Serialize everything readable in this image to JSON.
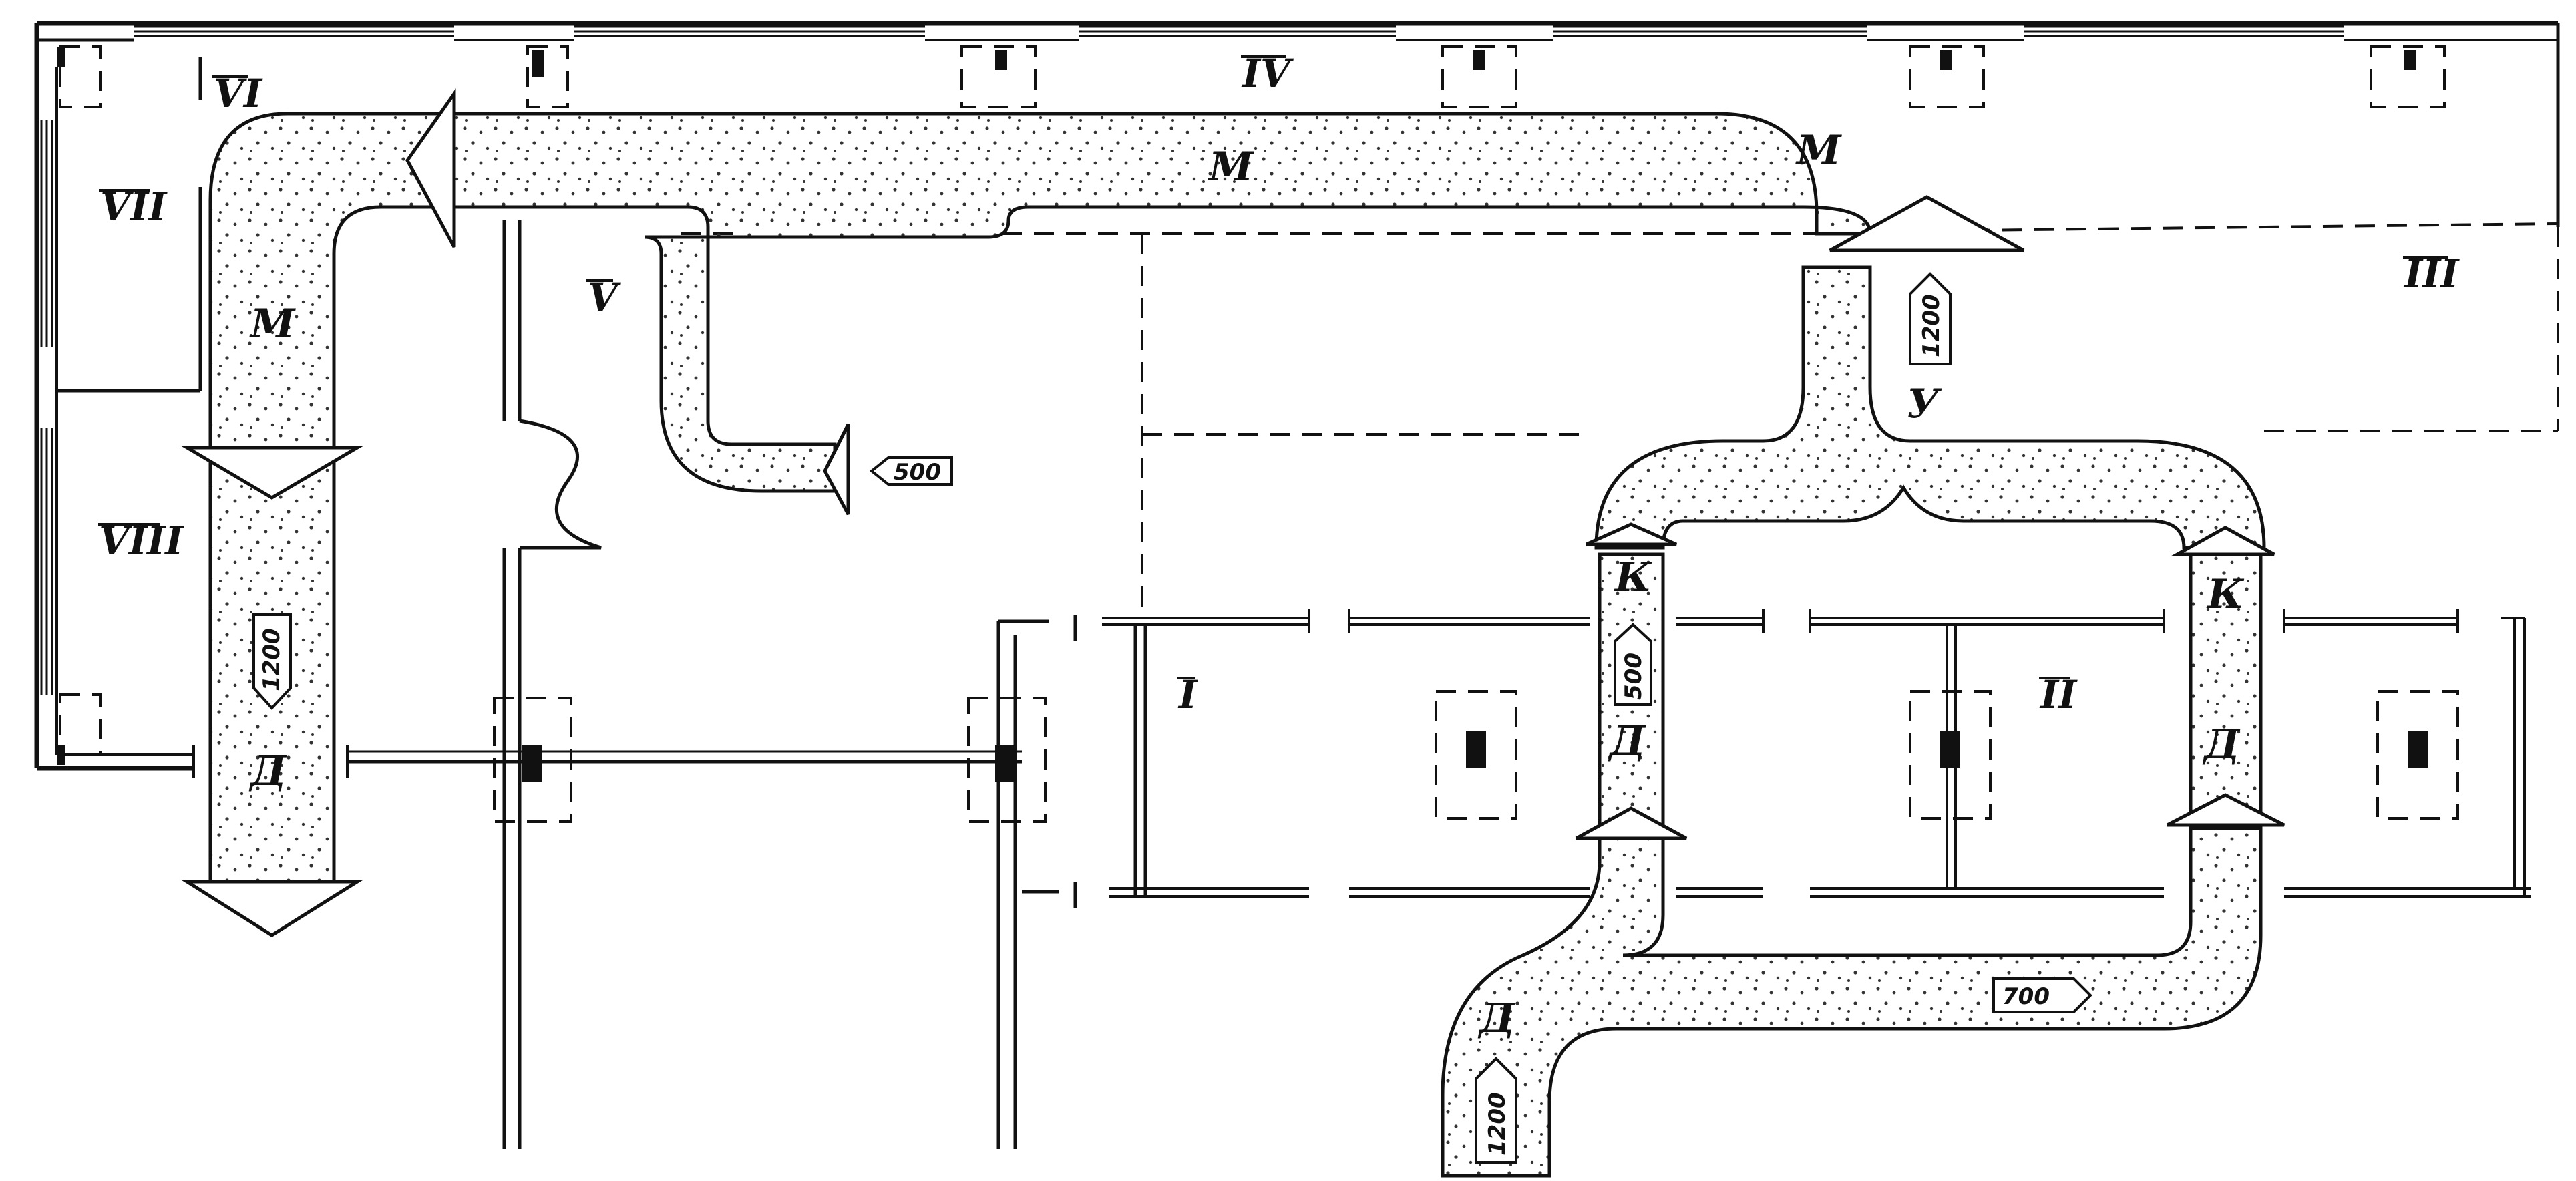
{
  "diagram": {
    "rooms": {
      "I": "I",
      "II": "II",
      "III": "III",
      "IV": "IV",
      "V": "V",
      "VI": "VI",
      "VII": "VII",
      "VIII": "VIII"
    },
    "flow_labels": {
      "M": "М",
      "D": "Д",
      "K": "К",
      "U": "У"
    },
    "flow_tags": {
      "t1200": "1200",
      "t500": "500",
      "t700": "700"
    },
    "colors": {
      "line": "#111111",
      "stipple": "#333333",
      "background": "#ffffff"
    }
  }
}
